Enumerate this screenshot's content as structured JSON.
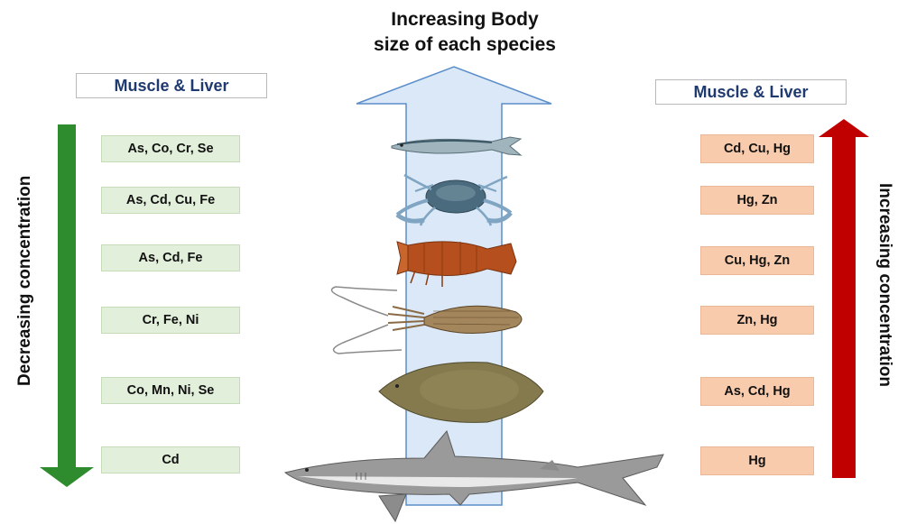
{
  "title": {
    "line1": "Increasing Body",
    "line2": "size of each species"
  },
  "left": {
    "header": "Muscle &  Liver",
    "axis_label": "Decreasing concentration",
    "arrow_color": "#2e8b2e",
    "box_color": "#e2efda",
    "items": [
      "As, Co, Cr, Se",
      "As, Cd, Cu, Fe",
      "As, Cd, Fe",
      "Cr, Fe, Ni",
      "Co, Mn, Ni, Se",
      "Cd"
    ]
  },
  "right": {
    "header": "Muscle &  Liver",
    "axis_label": "Increasing concentration",
    "arrow_color": "#c00000",
    "box_color": "#f8cbad",
    "items": [
      "Cd, Cu, Hg",
      "Hg, Zn",
      "Cu, Hg, Zn",
      "Zn, Hg",
      "As, Cd, Hg",
      "Hg"
    ]
  },
  "center_arrow_color": "#dae8f7",
  "species_icons": [
    "sardine-icon",
    "crab-icon",
    "lobster-icon",
    "cuttlefish-icon",
    "flatfish-icon",
    "shark-icon"
  ]
}
